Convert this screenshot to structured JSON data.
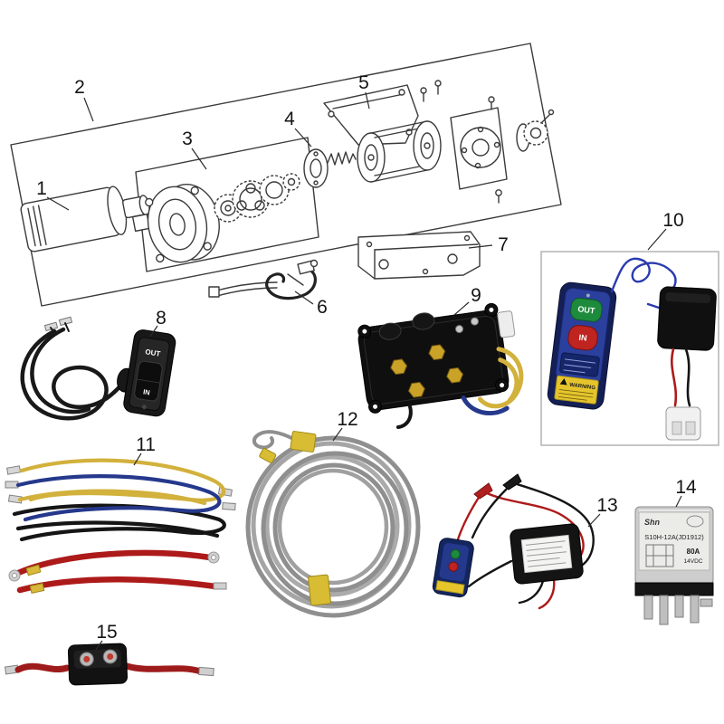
{
  "diagram": {
    "background": "#ffffff",
    "callouts": {
      "part1": "1",
      "part2": "2",
      "part3": "3",
      "part4": "4",
      "part5": "5",
      "part6": "6",
      "part7": "7",
      "part8": "8",
      "part9": "9",
      "part10": "10",
      "part11": "11",
      "part12": "12",
      "part13": "13",
      "part14": "14",
      "part15": "15"
    }
  },
  "handlebar_switch": {
    "out_label": "OUT",
    "in_label": "IN"
  },
  "remote_control": {
    "out_label": "OUT",
    "in_label": "IN",
    "warning_label": "WARNING"
  },
  "relay": {
    "brand": "Shn",
    "model": "S10H-12A(JD1912)",
    "current_rating": "80A",
    "voltage_rating": "14VDC"
  },
  "colors": {
    "remote_body_blue": "#141f55",
    "button_green": "#1e8a3c",
    "button_red": "#bf2420",
    "warning_yellow": "#e6c52c",
    "wire_yellow": "#d2b13c",
    "wire_blue": "#25388c",
    "antenna_blue": "#2a3bb0",
    "wire_red": "#ad1a1a",
    "cable_red_dark": "#9e1b1b",
    "wire_black": "#151515",
    "brass_terminal": "#c9a227",
    "steel_cable_gray": "#8f8f8f"
  }
}
